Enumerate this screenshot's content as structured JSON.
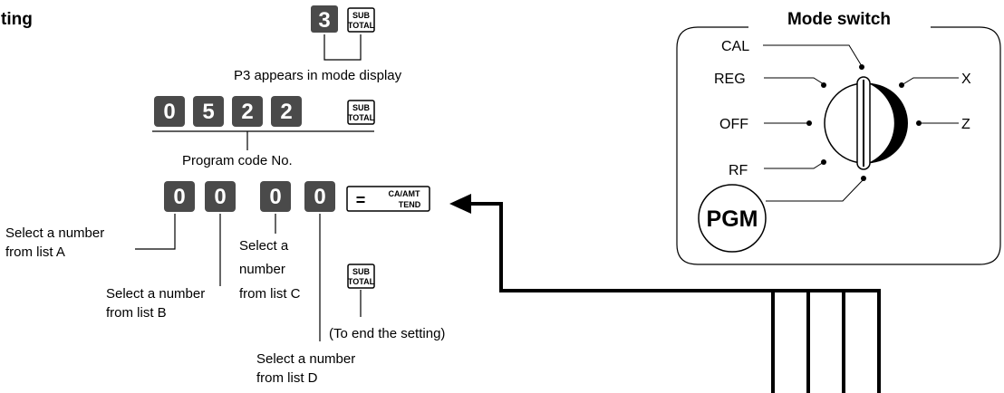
{
  "heading": "ting",
  "keys": {
    "step1": "3",
    "code": [
      "0",
      "5",
      "2",
      "2"
    ],
    "entry": [
      "0",
      "0",
      "0",
      "0"
    ],
    "subtotal_top": "SUB",
    "subtotal_bottom": "TOTAL",
    "eq_sign": "=",
    "ca_amt": "CA/AMT",
    "tend": "TEND"
  },
  "notes": {
    "p3": "P3 appears in mode display",
    "program_code": "Program code No.",
    "list_a": [
      "Select a number",
      "from list A"
    ],
    "list_b": [
      "Select a number",
      "from list B"
    ],
    "list_c": [
      "Select a",
      "number",
      "from list C"
    ],
    "list_d": [
      "Select a number",
      "from list D"
    ],
    "end": "(To end the setting)"
  },
  "mode_switch": {
    "title": "Mode switch",
    "positions": [
      "CAL",
      "REG",
      "OFF",
      "RF",
      "PGM",
      "X",
      "Z"
    ]
  },
  "colors": {
    "key_fill": "#4a4a4a",
    "key_text": "#ffffff",
    "line": "#000000"
  }
}
